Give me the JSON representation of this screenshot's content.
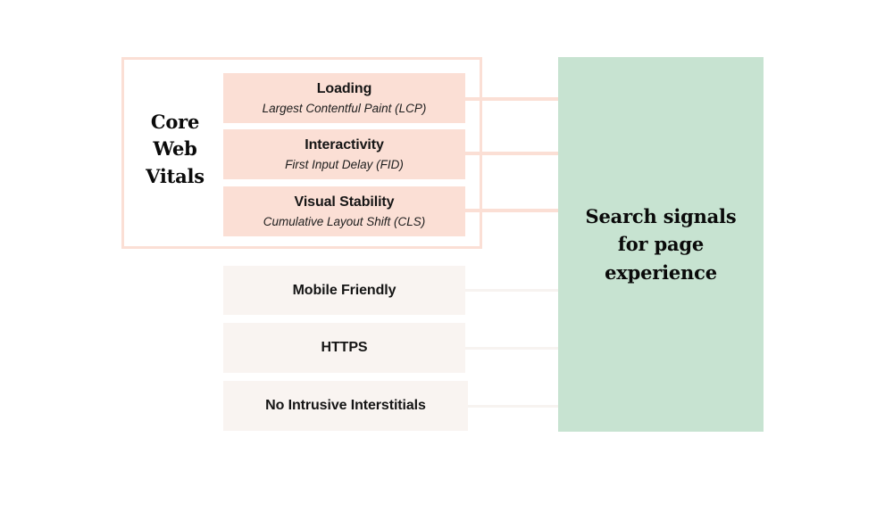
{
  "diagram": {
    "title": "Search signals for page experience",
    "colors": {
      "pink_fill": "#fbdfd5",
      "pink_border": "#fbdfd5",
      "offwhite_fill": "#f9f4f1",
      "green_fill": "#c7e3d1",
      "text": "#0a0a0a",
      "background": "#ffffff"
    }
  },
  "core_web_vitals": {
    "label": "Core Web Vitals",
    "metrics": [
      {
        "title": "Loading",
        "subtitle": "Largest Contentful Paint (LCP)"
      },
      {
        "title": "Interactivity",
        "subtitle": "First Input Delay (FID)"
      },
      {
        "title": "Visual Stability",
        "subtitle": "Cumulative Layout Shift (CLS)"
      }
    ]
  },
  "other_signals": [
    {
      "title": "Mobile Friendly"
    },
    {
      "title": "HTTPS"
    },
    {
      "title": "No Intrusive Interstitials"
    }
  ],
  "outcome": {
    "title": "Search signals for page experience"
  }
}
